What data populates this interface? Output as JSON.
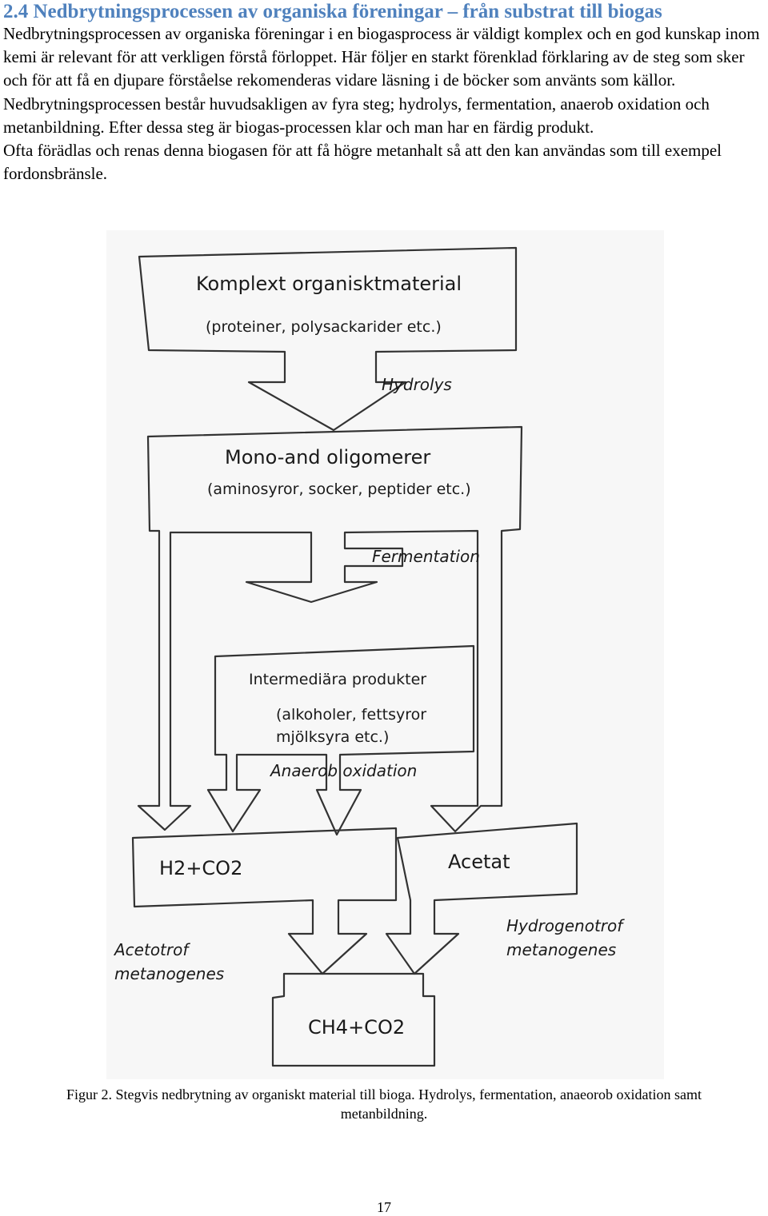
{
  "heading": "2.4 Nedbrytningsprocessen av organiska föreningar – från substrat till biogas",
  "paragraphs": [
    "Nedbrytningsprocessen av organiska föreningar i en biogasprocess är väldigt komplex och en god kunskap inom kemi är relevant för att verkligen förstå förloppet. Här följer en starkt förenklad förklaring av de steg som sker och för att få en djupare förståelse rekomenderas vidare läsning i de böcker som använts som källor. Nedbrytningsprocessen består huvudsakligen av fyra steg; hydrolys, fermentation, anaerob oxidation och metanbildning. Efter dessa steg är biogas-processen klar och man har en färdig produkt.",
    "Ofta förädlas och renas denna biogasen för att få högre metanhalt så att den kan användas som till exempel fordonsbränsle."
  ],
  "figure": {
    "box1": {
      "title": "Komplext organisktmaterial",
      "sub": "(proteiner, polysackarider etc.)"
    },
    "step1": "Hydrolys",
    "box2": {
      "title": "Mono-and oligomerer",
      "sub": "(aminosyror, socker, peptider etc.)"
    },
    "step2": "Fermentation",
    "box3": {
      "title": "Intermediära produkter",
      "sub1": "(alkoholer, fettsyror",
      "sub2": "mjölksyra etc.)"
    },
    "step3": "Anaerob oxidation",
    "box4": "H2+CO2",
    "box5": "Acetat",
    "label_left1": "Acetotrof",
    "label_left2": "metanogenes",
    "label_right1": "Hydrogenotrof",
    "label_right2": "metanogenes",
    "box6": "CH4+CO2"
  },
  "caption_line1": "Figur 2. Stegvis nedbrytning av organiskt material till bioga. Hydrolys, fermentation, anaeorob oxidation samt",
  "caption_line2": "metanbildning.",
  "page_number": "17"
}
